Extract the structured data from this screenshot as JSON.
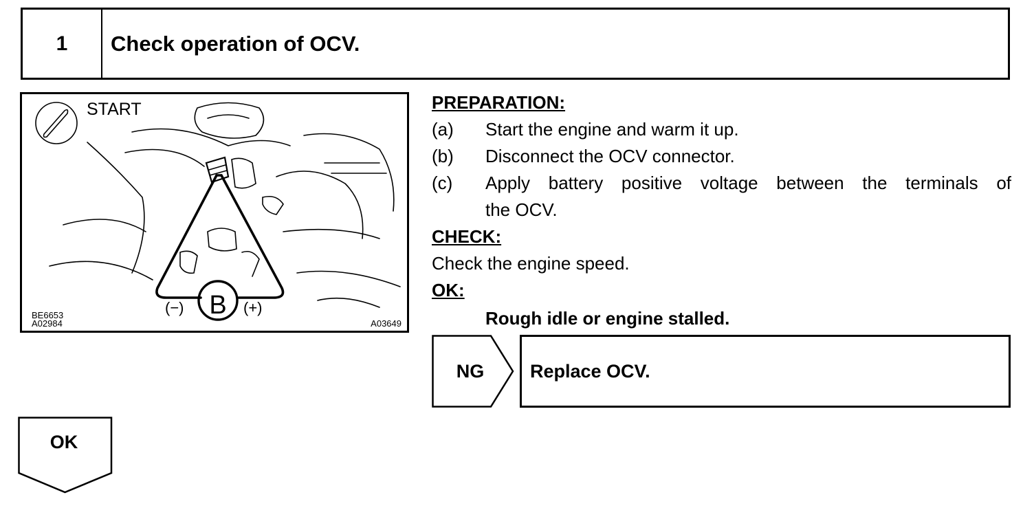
{
  "step": {
    "number": "1",
    "title": "Check operation of OCV."
  },
  "figure": {
    "start_label": "START",
    "code_left_1": "BE6653",
    "code_left_2": "A02984",
    "code_right": "A03649",
    "battery_symbol": "B",
    "minus_label": "(−)",
    "plus_label": "(+)",
    "icon": "ignition-key-icon"
  },
  "instructions": {
    "preparation_heading": "PREPARATION:",
    "items": [
      {
        "label": "(a)",
        "text": "Start the engine and warm it up."
      },
      {
        "label": "(b)",
        "text": "Disconnect the OCV connector."
      },
      {
        "label": "(c)",
        "text": "Apply battery positive voltage between the terminals of",
        "continuation": "the OCV."
      }
    ],
    "check_heading": "CHECK:",
    "check_text": "Check the engine speed.",
    "ok_heading": "OK:",
    "ok_value": "Rough idle or engine stalled."
  },
  "result_ng": {
    "tag": "NG",
    "action": "Replace OCV."
  },
  "result_ok": {
    "tag": "OK"
  }
}
